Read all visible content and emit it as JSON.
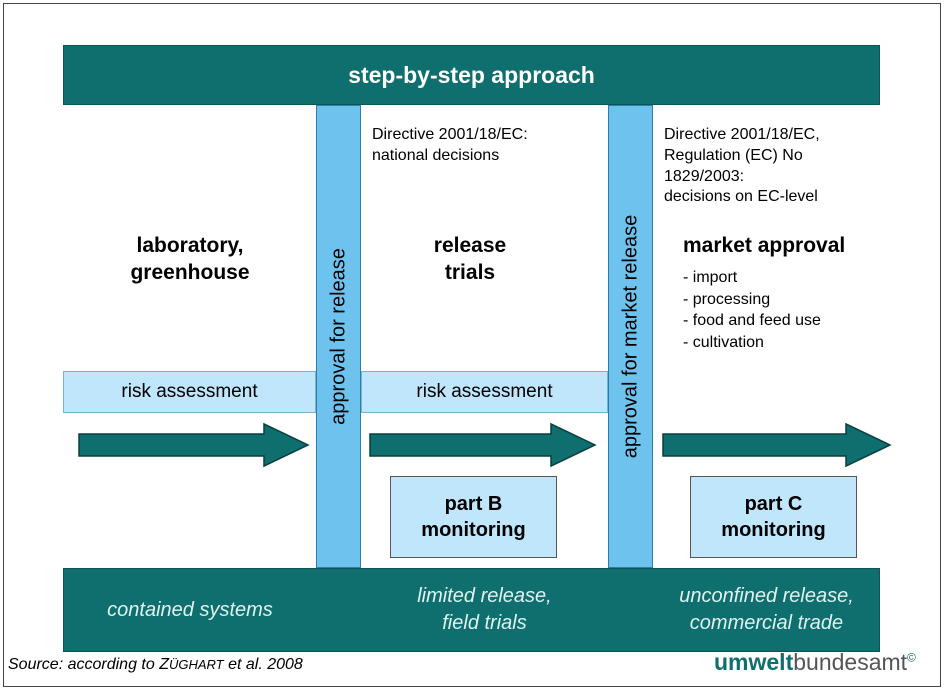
{
  "header": {
    "title": "step-by-step approach"
  },
  "phases": {
    "lab": {
      "title_line1": "laboratory,",
      "title_line2": "greenhouse"
    },
    "release": {
      "title_line1": "release",
      "title_line2": "trials"
    },
    "market": {
      "title": "market approval"
    }
  },
  "approvals": {
    "release": "approval for release",
    "market": "approval for market release"
  },
  "directives": {
    "national": [
      "Directive 2001/18/EC:",
      "national decisions"
    ],
    "ec": [
      "Directive 2001/18/EC,",
      "Regulation (EC) No",
      "1829/2003:",
      "decisions on EC-level"
    ]
  },
  "market_uses": [
    "- import",
    "- processing",
    "- food and feed use",
    "- cultivation"
  ],
  "risk": {
    "label1": "risk assessment",
    "label2": "risk assessment"
  },
  "monitoring": {
    "partB": {
      "line1": "part B",
      "line2": "monitoring"
    },
    "partC": {
      "line1": "part C",
      "line2": "monitoring"
    }
  },
  "bottom": {
    "contained": "contained systems",
    "limited_line1": "limited release,",
    "limited_line2": "field trials",
    "unconfined_line1": "unconfined release,",
    "unconfined_line2": "commercial trade"
  },
  "footer": {
    "source_prefix": "Source: according to Z",
    "source_caps": "ÜGHART",
    "source_suffix": " et al. 2008",
    "logo_bold": "umwelt",
    "logo_rest": "bundesamt",
    "logo_mark": "©"
  },
  "colors": {
    "teal": "#0f6e6e",
    "bar_blue": "#6ec3ee",
    "light_blue": "#bfe6fb",
    "arrow": "#0f6e6e"
  }
}
